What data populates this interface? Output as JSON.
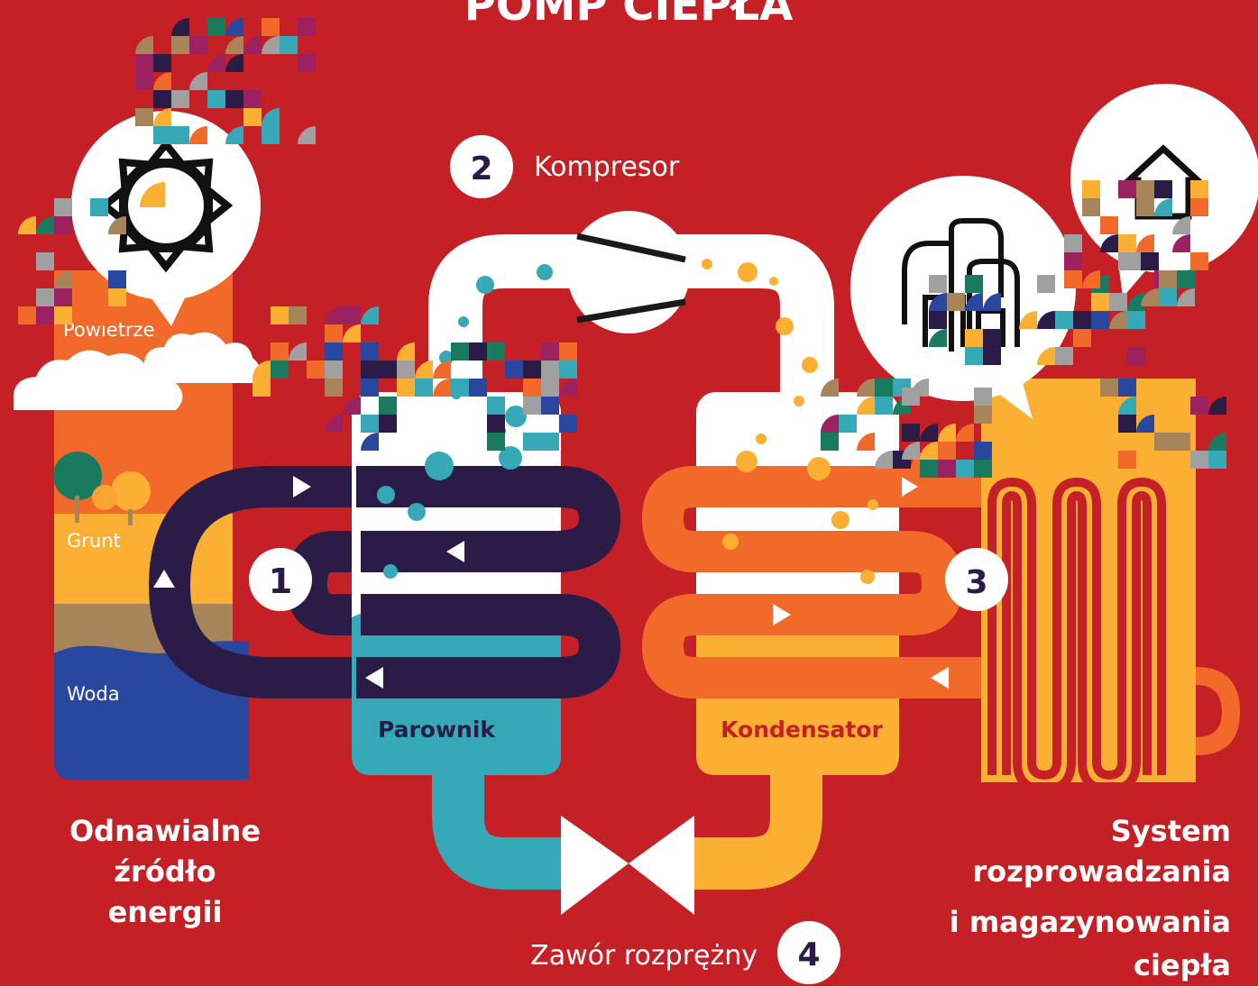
{
  "title": "POMP CIEPŁA",
  "steps": [
    {
      "number": "1"
    },
    {
      "number": "2",
      "label": "Kompresor"
    },
    {
      "number": "3"
    },
    {
      "number": "4",
      "label": "Zawór rozprężny"
    }
  ],
  "sources": {
    "air": "Powietrze",
    "ground": "Grunt",
    "water": "Woda"
  },
  "components": {
    "evaporator": "Parownik",
    "condenser": "Kondensator"
  },
  "captions": {
    "left": [
      "Odnawialne",
      "źródło",
      "energii"
    ],
    "right": [
      "System",
      "rozprowadzania",
      "i magazynowania",
      "ciepła"
    ]
  },
  "colors": {
    "background": "#c42026",
    "navy": "#2a1b47",
    "orange": "#f26a2a",
    "yellow": "#fbb034",
    "teal": "#36a9b9",
    "blue": "#2a47a0",
    "brown": "#a8845a",
    "white": "#ffffff"
  }
}
